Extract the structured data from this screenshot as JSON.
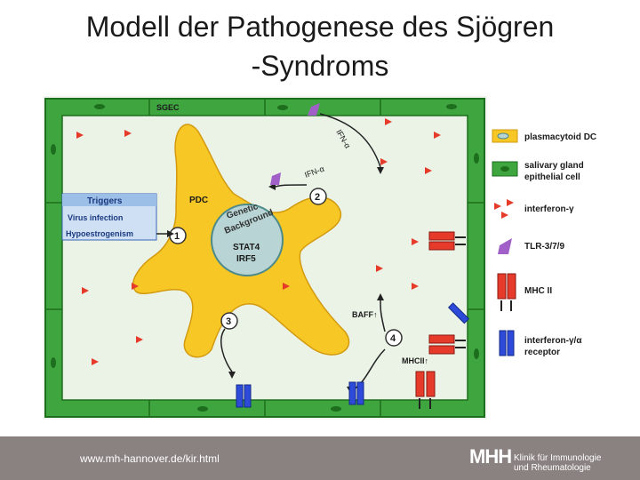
{
  "title": {
    "line1": "Modell der Pathogenese des Sjögren",
    "line2": "-Syndroms"
  },
  "diagram": {
    "sgec": "SGEC",
    "ifn_top": "IFN-α",
    "ifn_mid": "IFN-α",
    "pdc": "PDC",
    "genetic_line1": "Genetic",
    "genetic_line2": "Background",
    "stat4": "STAT4",
    "irf5": "IRF5",
    "triggers_header": "Triggers",
    "triggers": [
      "Virus infection",
      "Hypoestrogenism"
    ],
    "num1": "1",
    "num2": "2",
    "num3": "3",
    "num4": "4",
    "baff": "BAFF↑",
    "mhcii": "MHCII↑"
  },
  "legend": {
    "pdc": "plasmacytoid DC",
    "salivary_1": "salivary gland",
    "salivary_2": "epithelial cell",
    "ifng": "interferon-γ",
    "tlr": "TLR-3/7/9",
    "mhc": "MHC II",
    "ifngr_1": "interferon-γ/α",
    "ifngr_2": "receptor"
  },
  "footer": {
    "url": "www.mh-hannover.de/kir.html",
    "logo": "MHH",
    "clinic_1": "Klinik für Immunologie",
    "clinic_2": "und Rheumatologie"
  },
  "colors": {
    "cell_green": "#3fa53f",
    "cell_bg": "#eaf3e6",
    "pdc_yellow": "#f7c825",
    "red": "#e63a2a",
    "blue": "#2d4bd8",
    "purple": "#a060c8"
  }
}
